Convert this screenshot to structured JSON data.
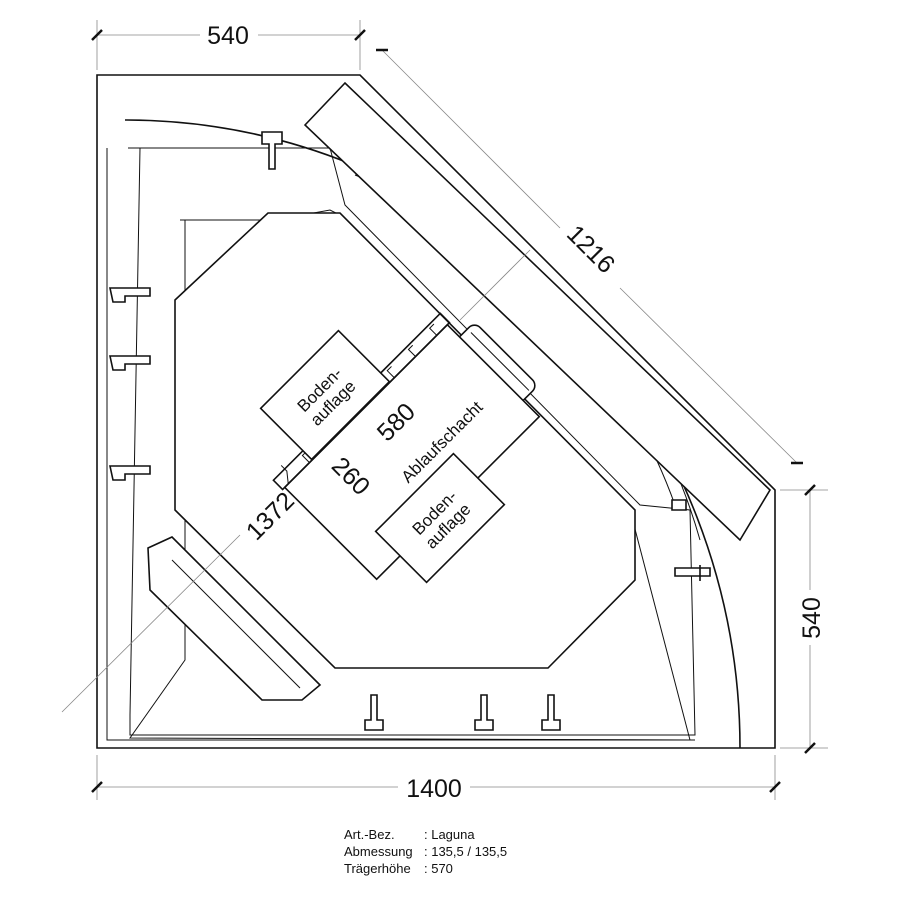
{
  "dimensions": {
    "top_width": "540",
    "right_height": "540",
    "bottom_width": "1400",
    "diagonal_front": "1216",
    "diagonal_inner": "1372",
    "drain_length": "580",
    "drain_width": "260"
  },
  "labels": {
    "floor_support_1": [
      "Boden-",
      "auflage"
    ],
    "floor_support_2": [
      "Boden-",
      "auflage"
    ],
    "drain_shaft": "Ablaufschacht"
  },
  "info": {
    "rows": [
      {
        "key": "Art.-Bez.",
        "value": ": Laguna"
      },
      {
        "key": "Abmessung",
        "value": ": 135,5 / 135,5"
      },
      {
        "key": "Trägerhöhe",
        "value": ": 570"
      }
    ]
  }
}
